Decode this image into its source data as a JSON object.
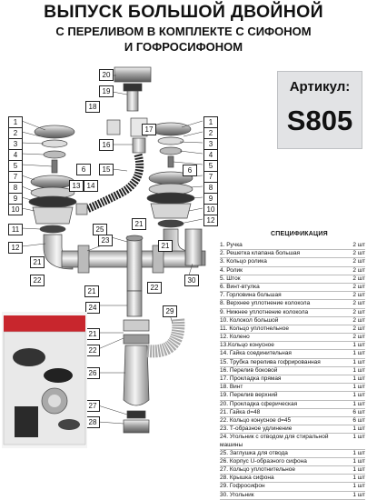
{
  "header": {
    "line1": "ВЫПУСК БОЛЬШОЙ ДВОЙНОЙ",
    "line2": "С ПЕРЕЛИВОМ В КОМПЛЕКТЕ С СИФОНОМ",
    "line3": "И ГОФРОСИФОНОМ"
  },
  "article": {
    "label": "Артикул:",
    "code": "S805"
  },
  "callouts": [
    "1",
    "2",
    "3",
    "4",
    "5",
    "6",
    "7",
    "8",
    "9",
    "10",
    "11",
    "12",
    "13",
    "14",
    "15",
    "16",
    "17",
    "18",
    "19",
    "20",
    "21",
    "22",
    "23",
    "24",
    "25",
    "26",
    "27",
    "28",
    "29",
    "30"
  ],
  "spec": {
    "title": "СПЕЦИФИКАЦИЯ",
    "items": [
      {
        "name": "1. Ручка",
        "qty": "2 шт"
      },
      {
        "name": "2. Решетка клапана большая",
        "qty": "2 шт"
      },
      {
        "name": "3. Кольцо ролика",
        "qty": "2 шт"
      },
      {
        "name": "4. Ролик",
        "qty": "2 шт"
      },
      {
        "name": "5. Шток",
        "qty": "2 шт"
      },
      {
        "name": "6. Винт-втулка",
        "qty": "2 шт"
      },
      {
        "name": "7. Горловина большая",
        "qty": "2 шт"
      },
      {
        "name": "8. Верхнее уплотнение колокола",
        "qty": "2 шт"
      },
      {
        "name": "9. Нижнее уплотнение колокола",
        "qty": "2 шт"
      },
      {
        "name": "10. Колокол большой",
        "qty": "2 шт"
      },
      {
        "name": "11. Кольцо уплотнельное",
        "qty": "2 шт"
      },
      {
        "name": "12. Колено",
        "qty": "2 шт"
      },
      {
        "name": "13.Кольцо конусное",
        "qty": "1 шт"
      },
      {
        "name": "14. Гайка соединительная",
        "qty": "1 шт"
      },
      {
        "name": "15. Трубка перелива гофрированная",
        "qty": "1 шт"
      },
      {
        "name": "16. Перелив боковой",
        "qty": "1 шт"
      },
      {
        "name": "17. Прокладка прямая",
        "qty": "1 шт"
      },
      {
        "name": "18. Винт",
        "qty": "1 шт"
      },
      {
        "name": "19. Перелив верхний",
        "qty": "1 шт"
      },
      {
        "name": "20. Прокладка сферическая",
        "qty": "1 шт"
      },
      {
        "name": "21. Гайка d=48",
        "qty": "6 шт"
      },
      {
        "name": "22. Кольцо конусное d=45",
        "qty": "6 шт"
      },
      {
        "name": "23. Т-образное удлинение",
        "qty": "1 шт"
      },
      {
        "name": "24. Угольник с отводом для стиральной машины",
        "qty": "1 шт"
      },
      {
        "name": "25. Заглушка для отвода",
        "qty": "1 шт"
      },
      {
        "name": "26. Корпус U-образного сифона",
        "qty": "1 шт"
      },
      {
        "name": "27. Кольцо уплотнительное",
        "qty": "1 шт"
      },
      {
        "name": "28. Крышка сифона",
        "qty": "1 шт"
      },
      {
        "name": "29. Гофросифон",
        "qty": "1 шт"
      },
      {
        "name": "30. Угольник",
        "qty": "1 шт"
      }
    ]
  }
}
